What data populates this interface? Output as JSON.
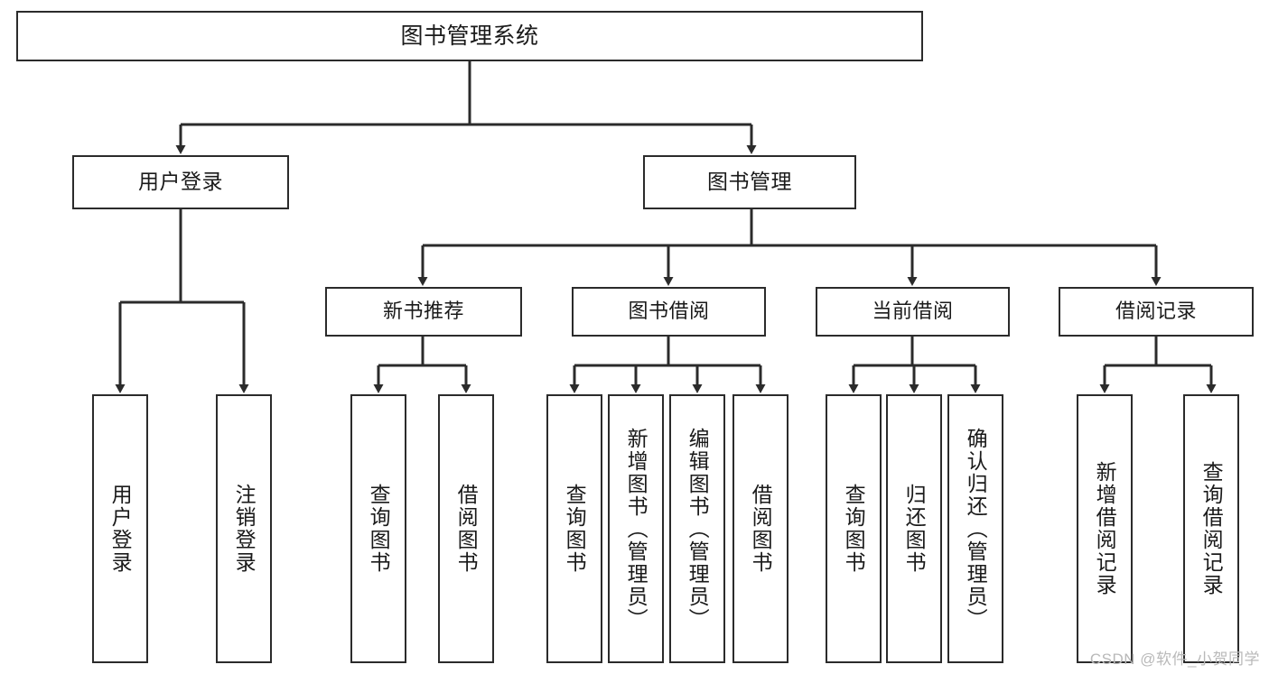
{
  "diagram": {
    "title": "图书管理系统",
    "type": "hierarchy-tree",
    "root": {
      "id": "root",
      "label": "图书管理系统"
    },
    "level1": [
      {
        "id": "user-login",
        "label": "用户登录"
      },
      {
        "id": "book-manage",
        "label": "图书管理"
      }
    ],
    "level2": [
      {
        "id": "new-book-recommend",
        "label": "新书推荐"
      },
      {
        "id": "book-borrow",
        "label": "图书借阅"
      },
      {
        "id": "current-borrow",
        "label": "当前借阅"
      },
      {
        "id": "borrow-record",
        "label": "借阅记录"
      }
    ],
    "leaves": {
      "user_login": [
        {
          "id": "leaf-user-login",
          "label": "用户登录"
        },
        {
          "id": "leaf-logout-login",
          "label": "注销登录"
        }
      ],
      "new_book_recommend": [
        {
          "id": "leaf-query-book-1",
          "label": "查询图书"
        },
        {
          "id": "leaf-borrow-book-1",
          "label": "借阅图书"
        }
      ],
      "book_borrow": [
        {
          "id": "leaf-query-book-2",
          "label": "查询图书"
        },
        {
          "id": "leaf-add-book",
          "label": "新增图书（管理员）"
        },
        {
          "id": "leaf-edit-book",
          "label": "编辑图书（管理员）"
        },
        {
          "id": "leaf-borrow-book-2",
          "label": "借阅图书"
        }
      ],
      "current_borrow": [
        {
          "id": "leaf-query-book-3",
          "label": "查询图书"
        },
        {
          "id": "leaf-return-book",
          "label": "归还图书"
        },
        {
          "id": "leaf-confirm-return",
          "label": "确认归还（管理员）"
        }
      ],
      "borrow_record": [
        {
          "id": "leaf-add-record",
          "label": "新增借阅记录"
        },
        {
          "id": "leaf-query-record",
          "label": "查询借阅记录"
        }
      ]
    },
    "colors": {
      "stroke": "#2b2b2b",
      "fill": "#ffffff",
      "text": "#1a1a1a",
      "watermark": "#b9b9b9"
    }
  },
  "watermark": {
    "text": "CSDN @软件_小贺同学"
  }
}
